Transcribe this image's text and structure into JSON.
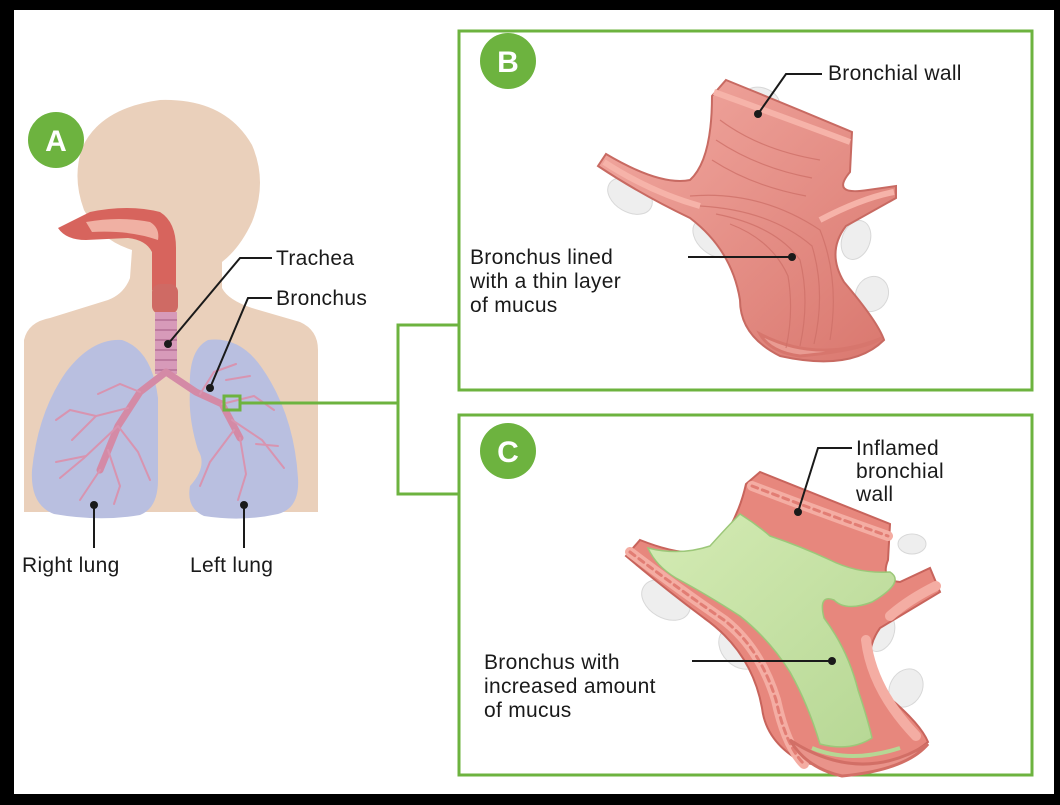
{
  "panels": {
    "a": {
      "badge": "A",
      "labels": {
        "trachea": "Trachea",
        "bronchus": "Bronchus",
        "right_lung": "Right lung",
        "left_lung": "Left lung"
      }
    },
    "b": {
      "badge": "B",
      "labels": {
        "bronchial_wall": "Bronchial wall",
        "lined_line1": "Bronchus lined",
        "lined_line2": "with a thin layer",
        "lined_line3": "of mucus"
      }
    },
    "c": {
      "badge": "C",
      "labels": {
        "inflamed_line1": "Inflamed",
        "inflamed_line2": "bronchial",
        "inflamed_line3": "wall",
        "increased_line1": "Bronchus with",
        "increased_line2": "increased amount",
        "increased_line3": "of mucus"
      }
    }
  },
  "colors": {
    "badge": "#6db33f",
    "frame": "#6db33f",
    "skin": "#ead0bb",
    "lung": "#b9bfe0",
    "airway": "#d48aa6",
    "tissue": "#e88c82",
    "mucus": "#c8e2a6"
  }
}
